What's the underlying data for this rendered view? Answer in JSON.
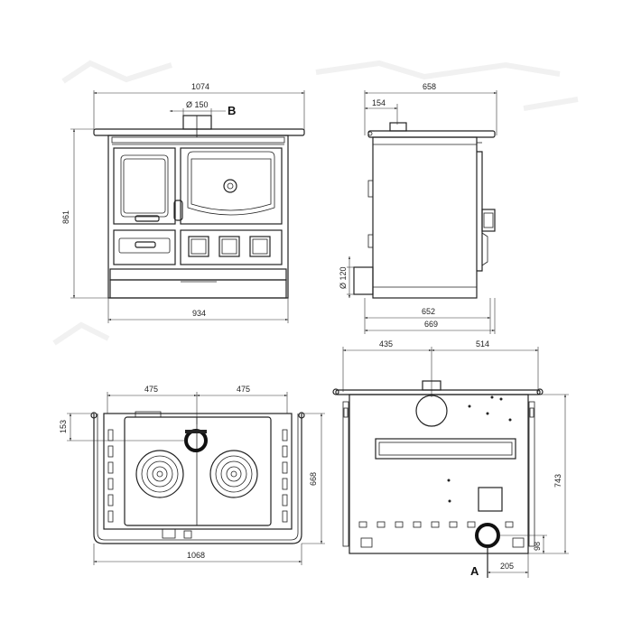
{
  "front_view": {
    "width_label": "1074",
    "flue_label": "Ø 150",
    "flue_marker": "B",
    "height_label": "861",
    "base_label": "934"
  },
  "side_view": {
    "depth_label": "658",
    "flue_offset_label": "154",
    "inner_depth_label": "652",
    "outer_depth_label": "669",
    "pipe_label": "Ø 120"
  },
  "top_view": {
    "left_label": "475",
    "right_label": "475",
    "offset_label": "153",
    "depth_label": "668",
    "width_label": "1068"
  },
  "rear_view": {
    "left_label": "435",
    "right_label": "514",
    "height_label": "743",
    "pipe_height_label": "98",
    "pipe_offset_label": "205",
    "pipe_marker": "A"
  }
}
